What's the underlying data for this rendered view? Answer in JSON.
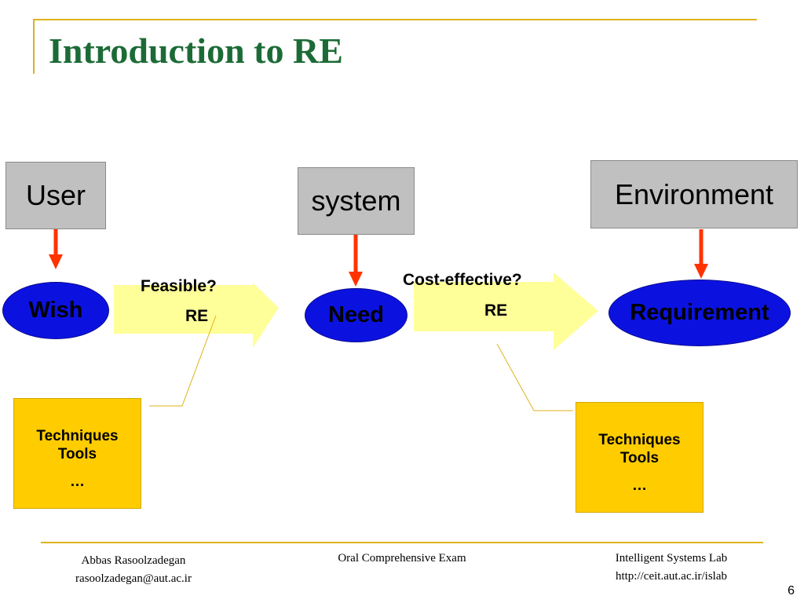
{
  "slide": {
    "title": "Introduction to RE",
    "boxes": {
      "user": "User",
      "system": "system",
      "environment": "Environment"
    },
    "ovals": {
      "wish": "Wish",
      "need": "Need",
      "requirement": "Requirement"
    },
    "arrows": {
      "left": {
        "question": "Feasible?",
        "label": "RE"
      },
      "right": {
        "question": "Cost-effective?",
        "label": "RE"
      }
    },
    "notes": {
      "left": {
        "line1": "Techniques",
        "line2": "Tools",
        "line3": "…"
      },
      "right": {
        "line1": "Techniques",
        "line2": "Tools",
        "line3": "…"
      }
    },
    "page_number": "6"
  },
  "footer": {
    "author": "Abbas Rasoolzadegan",
    "email": "rasoolzadegan@aut.ac.ir",
    "event": "Oral Comprehensive Exam",
    "lab": "Intelligent Systems Lab",
    "url": "http://ceit.aut.ac.ir/islab"
  },
  "colors": {
    "title": "#1c6b36",
    "accent_line": "#e0b21a",
    "gray_box": "#c0c0c0",
    "oval_fill": "#0b12e0",
    "yellow_box": "#ffcc00",
    "block_arrow": "#ffff99",
    "red_arrow": "#ff3300"
  }
}
